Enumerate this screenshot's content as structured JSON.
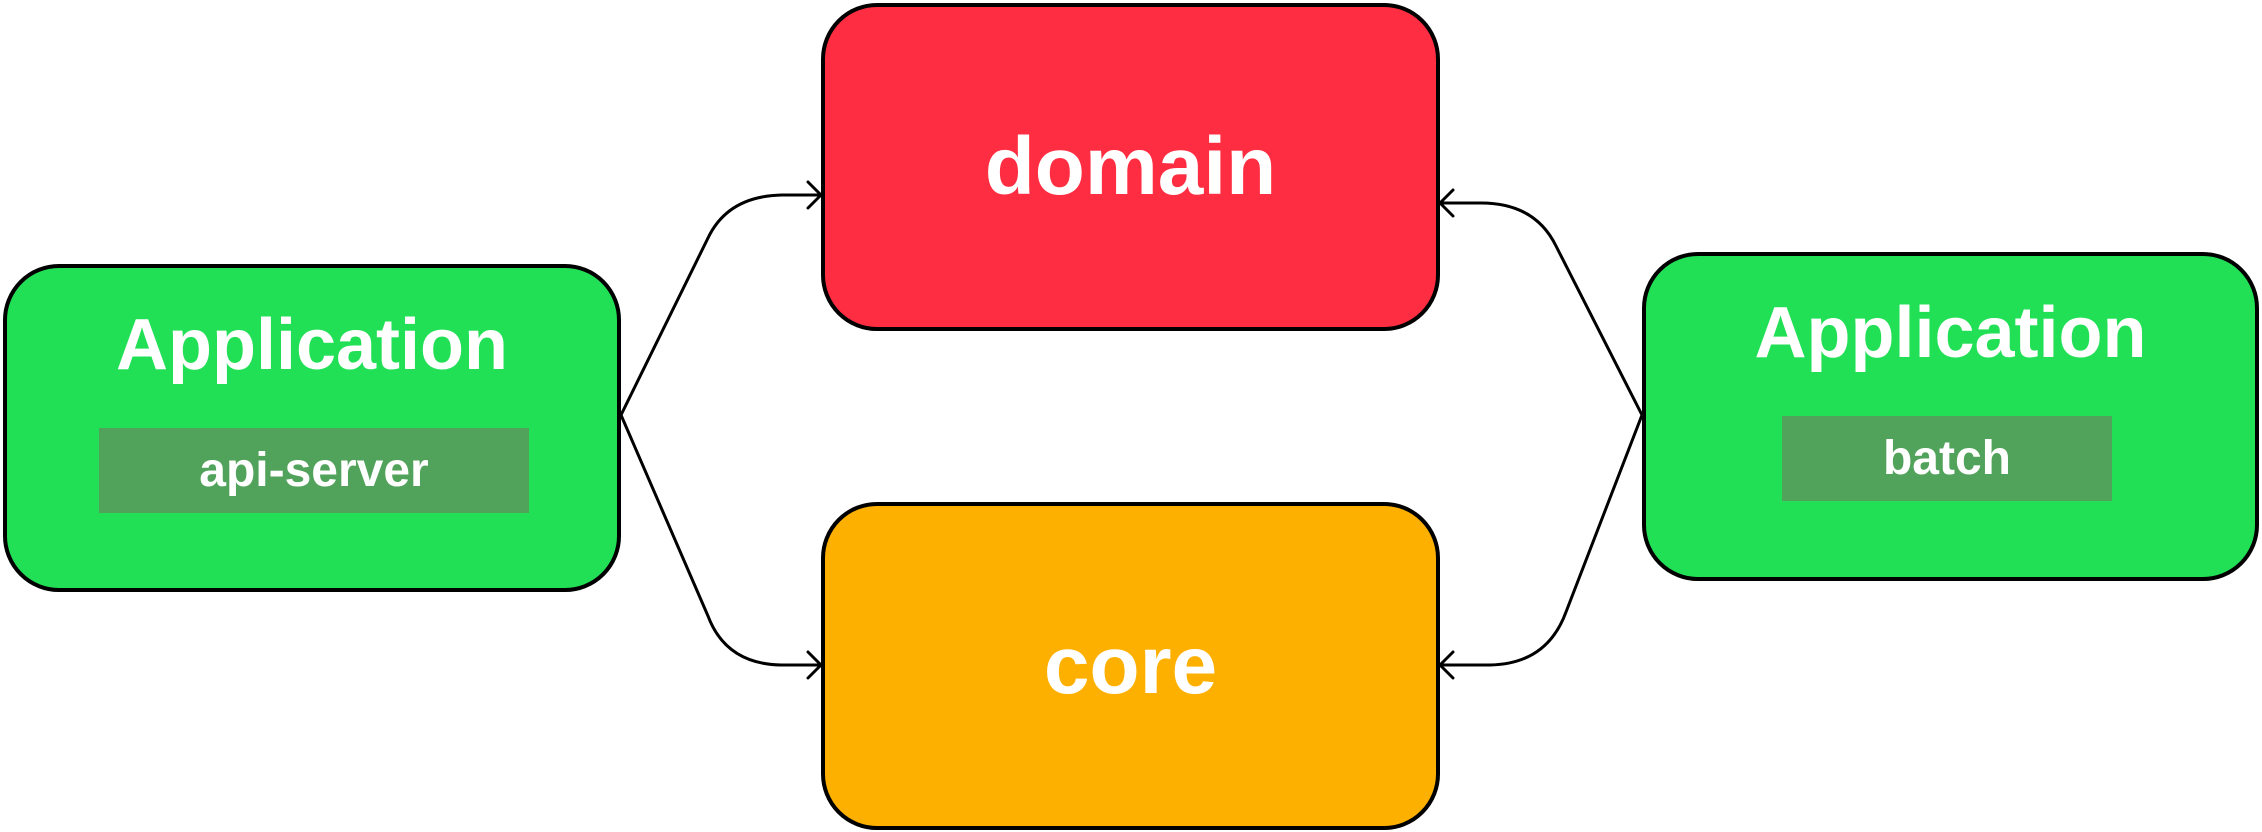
{
  "colors": {
    "application": "#22e055",
    "application_sub": "#51a25a",
    "domain": "#ff2d41",
    "core": "#fdb000",
    "stroke": "#000000",
    "text": "#ffffff"
  },
  "nodes": {
    "app_left": {
      "title": "Application",
      "sub_label": "api-server"
    },
    "app_right": {
      "title": "Application",
      "sub_label": "batch"
    },
    "domain": {
      "title": "domain"
    },
    "core": {
      "title": "core"
    }
  },
  "edges": [
    {
      "from": "app_left",
      "to": "domain"
    },
    {
      "from": "app_left",
      "to": "core"
    },
    {
      "from": "app_right",
      "to": "domain"
    },
    {
      "from": "app_right",
      "to": "core"
    }
  ]
}
